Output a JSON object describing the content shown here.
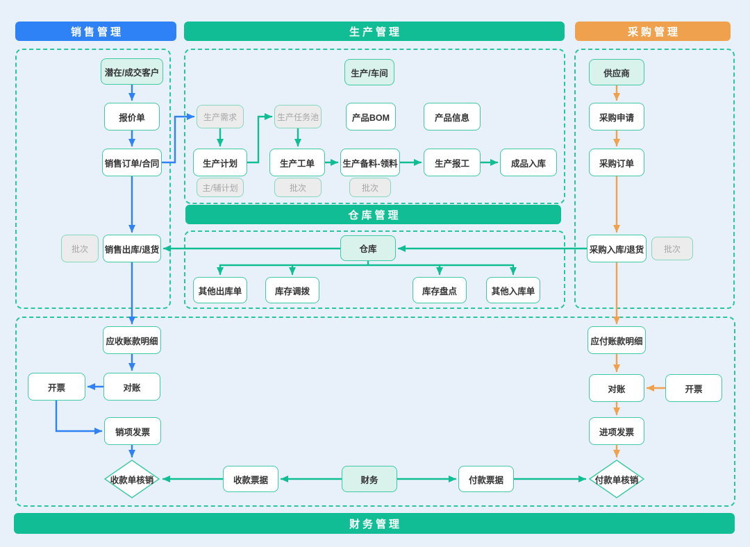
{
  "sections": {
    "sales": {
      "title": "销售管理"
    },
    "production": {
      "title": "生产管理"
    },
    "purchase": {
      "title": "采购管理"
    },
    "warehouse": {
      "title": "仓库管理"
    },
    "finance": {
      "title": "财务管理"
    }
  },
  "nodes": {
    "customer": "潜在/成交客户",
    "quotation": "报价单",
    "sales_order": "销售订单/合同",
    "batch_sales": "批次",
    "sales_outbound": "销售出库/退货",
    "workshop": "生产/车间",
    "prod_demand": "生产需求",
    "prod_task_pool": "生产任务池",
    "product_bom": "产品BOM",
    "product_info": "产品信息",
    "prod_plan": "生产计划",
    "main_aux_plan": "主/辅计划",
    "prod_workorder": "生产工单",
    "batch_workorder": "批次",
    "prod_picking": "生产备料-领料",
    "batch_picking": "批次",
    "prod_report": "生产报工",
    "finished_inbound": "成品入库",
    "warehouse": "仓库",
    "other_outbound": "其他出库单",
    "stock_transfer": "库存调拨",
    "stock_count": "库存盘点",
    "other_inbound": "其他入库单",
    "supplier": "供应商",
    "purchase_request": "采购申请",
    "purchase_order": "采购订单",
    "purchase_inbound": "采购入库/退货",
    "batch_purchase": "批次",
    "ar_detail": "应收账款明细",
    "invoice_ar": "开票",
    "reconcile_ar": "对账",
    "sales_invoice": "销项发票",
    "receipt_writeoff": "收款单核销",
    "receipt_bill": "收款票据",
    "finance_dept": "财务",
    "payment_bill": "付款票据",
    "payment_writeoff": "付款单核销",
    "ap_detail": "应付账款明细",
    "reconcile_ap": "对账",
    "invoice_ap": "开票",
    "purchase_invoice": "进项发票"
  },
  "colors": {
    "background": "#e8f1f9",
    "sales_accent": "#2f82f5",
    "green_accent": "#10bd95",
    "purchase_accent": "#f0a14d",
    "node_border": "#3fc9a4",
    "entity_fill": "#d9f2ec",
    "tag_fill": "#ececec",
    "tag_text": "#a6a6a6"
  }
}
